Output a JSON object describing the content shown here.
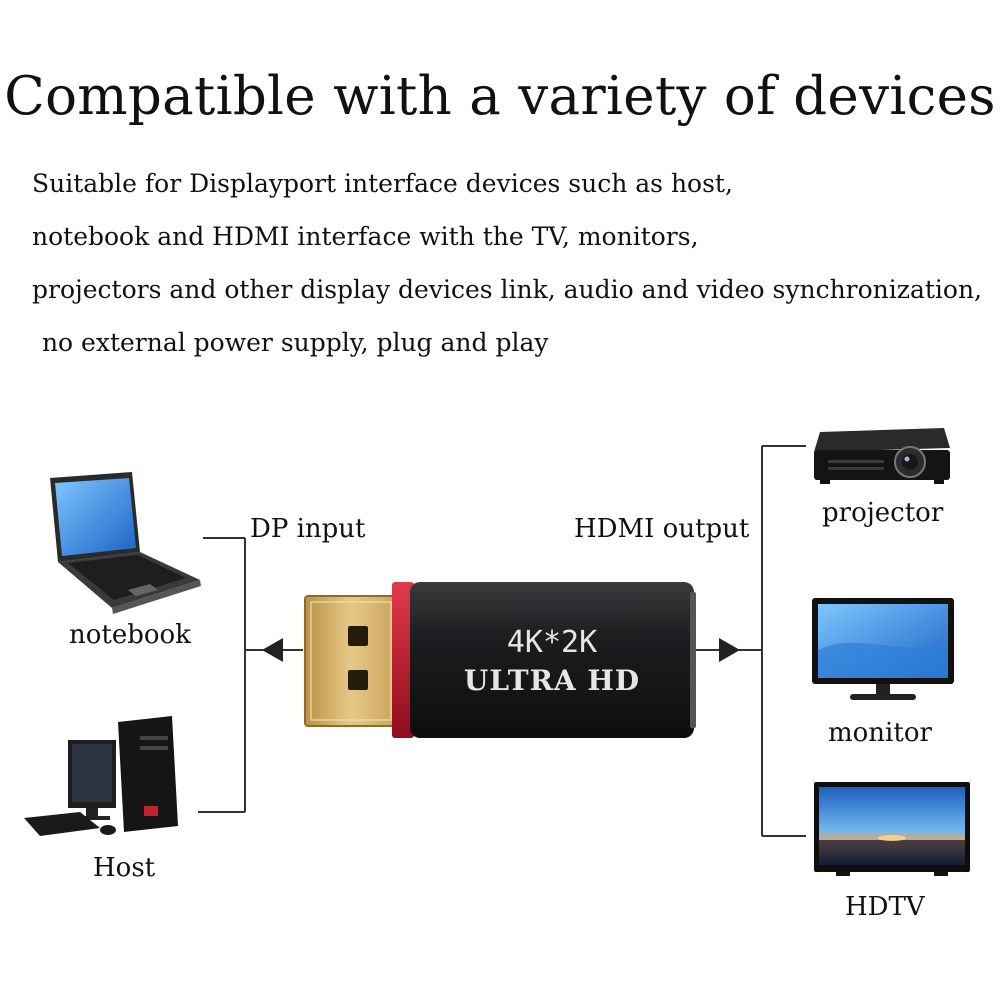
{
  "title": "Compatible with a variety of devices",
  "description": {
    "line1": "Suitable for Displayport interface devices such as host,",
    "line2": "notebook and HDMI interface with the TV, monitors,",
    "line3": "projectors and other display devices link, audio and video synchronization,",
    "line4": " no external power supply, plug and play"
  },
  "input": {
    "label": "DP input",
    "devices": {
      "notebook": "notebook",
      "host": "Host"
    }
  },
  "output": {
    "label": "HDMI output",
    "devices": {
      "projector": "projector",
      "monitor": "monitor",
      "hdtv": "HDTV"
    }
  },
  "adapter": {
    "line1": "4K*2K",
    "line2": "ULTRA HD"
  },
  "colors": {
    "adapter_body": "#1c1c1e",
    "adapter_ring": "#c8102e",
    "connector_gold": "#d9b66a",
    "line": "#333333"
  }
}
